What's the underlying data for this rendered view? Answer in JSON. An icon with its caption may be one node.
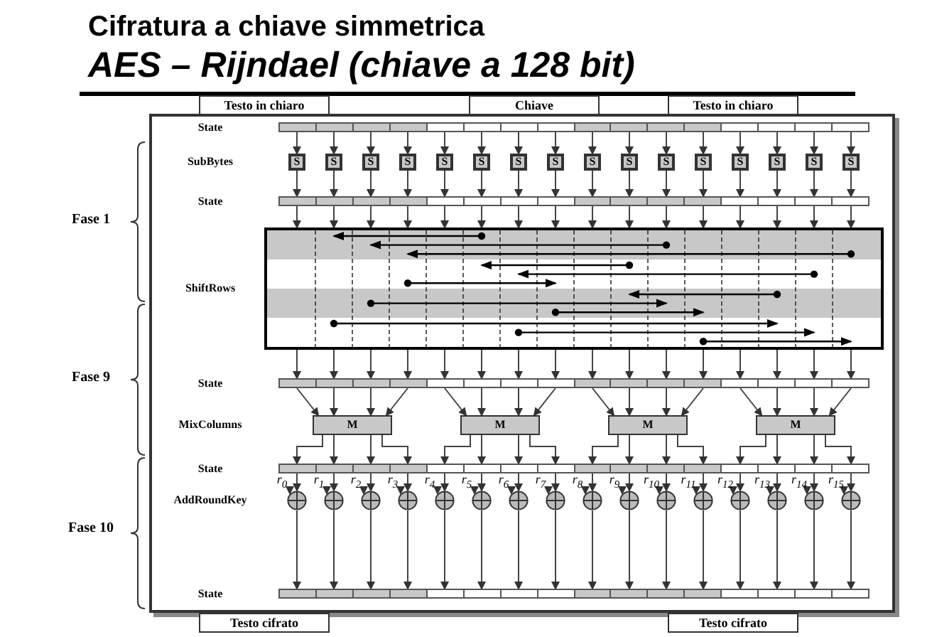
{
  "diagram": {
    "title": "Cifratura a chiave simmetrica",
    "caption": "AES – Rijndael (chiave a 128 bit)",
    "nodes": [
      {
        "text": [
          "Testo in chiaro"
        ]
      },
      {
        "text": [
          "Chiave"
        ]
      },
      {
        "text": [
          "Testo in chiaro"
        ]
      },
      {
        "text": [],
        "shape": "bar"
      },
      {
        "text": [
          "S"
        ]
      },
      {
        "text": [
          "S"
        ]
      },
      {
        "text": [
          "S"
        ]
      },
      {
        "text": [
          "S"
        ]
      },
      {
        "text": [
          "S"
        ]
      },
      {
        "text": [
          "S"
        ]
      },
      {
        "text": [
          "S"
        ]
      },
      {
        "text": [
          "S"
        ]
      },
      {
        "text": [
          "S"
        ]
      },
      {
        "text": [
          "S"
        ]
      },
      {
        "text": [
          "S"
        ]
      },
      {
        "text": [
          "S"
        ]
      },
      {
        "text": [
          "S"
        ]
      },
      {
        "text": [
          "S"
        ]
      },
      {
        "text": [
          "S"
        ]
      },
      {
        "text": [
          "S"
        ]
      },
      {
        "text": [],
        "shape": "bar"
      },
      {
        "text": [],
        "shape": "box"
      },
      {
        "text": [],
        "shape": "bar"
      },
      {
        "text": [
          "M"
        ]
      },
      {
        "text": [
          "M"
        ]
      },
      {
        "text": [
          "M"
        ]
      },
      {
        "text": [
          "M"
        ]
      },
      {
        "text": [],
        "shape": "bar"
      },
      {
        "text": [
          "r$_{0}$"
        ]
      },
      {
        "text": [
          "r$_{1}$"
        ]
      },
      {
        "text": [
          "r$_{2}$"
        ]
      },
      {
        "text": [
          "r$_{3}$"
        ]
      },
      {
        "text": [
          "r$_{4}$"
        ]
      },
      {
        "text": [
          "r$_{5}$"
        ]
      },
      {
        "text": [
          "r$_{6}$"
        ]
      },
      {
        "text": [
          "r$_{7}$"
        ]
      },
      {
        "text": [
          "r$_{8}$"
        ]
      },
      {
        "text": [
          "r$_{9}$"
        ]
      },
      {
        "text": [
          "r$_{10}$"
        ]
      },
      {
        "text": [
          "r$_{11}$"
        ]
      },
      {
        "text": [
          "r$_{12}$"
        ]
      },
      {
        "text": [
          "r$_{13}$"
        ]
      },
      {
        "text": [
          "r$_{14}$"
        ]
      },
      {
        "text": [
          "r$_{15}$"
        ]
      },
      {
        "text": [],
        "shape": "circle"
      },
      {
        "text": [],
        "shape": "circle"
      },
      {
        "text": [],
        "shape": "circle"
      },
      {
        "text": [],
        "shape": "circle"
      },
      {
        "text": [],
        "shape": "circle"
      },
      {
        "text": [],
        "shape": "circle"
      },
      {
        "text": [],
        "shape": "circle"
      },
      {
        "text": [],
        "shape": "circle"
      },
      {
        "text": [],
        "shape": "circle"
      },
      {
        "text": [],
        "shape": "circle"
      },
      {
        "text": [],
        "shape": "circle"
      },
      {
        "text": [],
        "shape": "circle"
      },
      {
        "text": [],
        "shape": "circle"
      },
      {
        "text": [],
        "shape": "circle"
      },
      {
        "text": [],
        "shape": "circle"
      },
      {
        "text": [],
        "shape": "circle"
      },
      {
        "text": [],
        "shape": "bar"
      },
      {
        "text": [
          "Testo cifrato"
        ]
      },
      {
        "text": [
          "Testo cifrato"
        ]
      }
    ],
    "edges": [
      {
        "from": 3,
        "to": 4,
        "arrow": "to"
      },
      {
        "from": 3,
        "to": 5,
        "arrow": "to"
      },
      {
        "from": 3,
        "to": 6,
        "arrow": "to"
      },
      {
        "from": 3,
        "to": 7,
        "arrow": "to"
      },
      {
        "from": 3,
        "to": 8,
        "arrow": "to"
      },
      {
        "from": 3,
        "to": 9,
        "arrow": "to"
      },
      {
        "from": 3,
        "to": 10,
        "arrow": "to"
      },
      {
        "from": 3,
        "to": 11,
        "arrow": "to"
      },
      {
        "from": 3,
        "to": 12,
        "arrow": "to"
      },
      {
        "from": 3,
        "to": 13,
        "arrow": "to"
      },
      {
        "from": 3,
        "to": 14,
        "arrow": "to"
      },
      {
        "from": 3,
        "to": 15,
        "arrow": "to"
      },
      {
        "from": 3,
        "to": 16,
        "arrow": "to"
      },
      {
        "from": 3,
        "to": 17,
        "arrow": "to"
      },
      {
        "from": 3,
        "to": 18,
        "arrow": "to"
      },
      {
        "from": 3,
        "to": 19,
        "arrow": "to"
      },
      {
        "from": 4,
        "to": 20,
        "arrow": "to"
      },
      {
        "from": 5,
        "to": 20,
        "arrow": "to"
      },
      {
        "from": 6,
        "to": 20,
        "arrow": "to"
      },
      {
        "from": 7,
        "to": 20,
        "arrow": "to"
      },
      {
        "from": 8,
        "to": 20,
        "arrow": "to"
      },
      {
        "from": 9,
        "to": 20,
        "arrow": "to"
      },
      {
        "from": 10,
        "to": 20,
        "arrow": "to"
      },
      {
        "from": 11,
        "to": 20,
        "arrow": "to"
      },
      {
        "from": 12,
        "to": 20,
        "arrow": "to"
      },
      {
        "from": 13,
        "to": 20,
        "arrow": "to"
      },
      {
        "from": 14,
        "to": 20,
        "arrow": "to"
      },
      {
        "from": 15,
        "to": 20,
        "arrow": "to"
      },
      {
        "from": 16,
        "to": 20,
        "arrow": "to"
      },
      {
        "from": 17,
        "to": 20,
        "arrow": "to"
      },
      {
        "from": 18,
        "to": 20,
        "arrow": "to"
      },
      {
        "from": 19,
        "to": 20,
        "arrow": "to"
      },
      {
        "from": 20,
        "to": 21,
        "arrow": "to"
      },
      {
        "from": 20,
        "to": 21,
        "arrow": "to"
      },
      {
        "from": 20,
        "to": 21,
        "arrow": "to"
      },
      {
        "from": 20,
        "to": 21,
        "arrow": "to"
      },
      {
        "from": 20,
        "to": 21,
        "arrow": "to"
      },
      {
        "from": 20,
        "to": 21,
        "arrow": "to"
      },
      {
        "from": 20,
        "to": 21,
        "arrow": "to"
      },
      {
        "from": 20,
        "to": 21,
        "arrow": "to"
      },
      {
        "from": 20,
        "to": 21,
        "arrow": "to"
      },
      {
        "from": 20,
        "to": 21,
        "arrow": "to"
      },
      {
        "from": 20,
        "to": 21,
        "arrow": "to"
      },
      {
        "from": 20,
        "to": 21,
        "arrow": "to"
      },
      {
        "from": 20,
        "to": 21,
        "arrow": "to"
      },
      {
        "from": 20,
        "to": 21,
        "arrow": "to"
      },
      {
        "from": 20,
        "to": 21,
        "arrow": "to"
      },
      {
        "from": 20,
        "to": 21,
        "arrow": "to"
      },
      {
        "from": 21,
        "to": 22,
        "arrow": "to"
      },
      {
        "from": 21,
        "to": 22,
        "arrow": "to"
      },
      {
        "from": 21,
        "to": 22,
        "arrow": "to"
      },
      {
        "from": 21,
        "to": 22,
        "arrow": "to"
      },
      {
        "from": 21,
        "to": 22,
        "arrow": "to"
      },
      {
        "from": 21,
        "to": 22,
        "arrow": "to"
      },
      {
        "from": 21,
        "to": 22,
        "arrow": "to"
      },
      {
        "from": 21,
        "to": 22,
        "arrow": "to"
      },
      {
        "from": 21,
        "to": 22,
        "arrow": "to"
      },
      {
        "from": 21,
        "to": 22,
        "arrow": "to"
      },
      {
        "from": 21,
        "to": 22,
        "arrow": "to"
      },
      {
        "from": 21,
        "to": 22,
        "arrow": "to"
      },
      {
        "from": 21,
        "to": 22,
        "arrow": "to"
      },
      {
        "from": 21,
        "to": 22,
        "arrow": "to"
      },
      {
        "from": 21,
        "to": 22,
        "arrow": "to"
      },
      {
        "from": 21,
        "to": 22,
        "arrow": "to"
      },
      {
        "from": 22,
        "to": 23,
        "arrow": "to"
      },
      {
        "from": 22,
        "to": 23,
        "arrow": "to"
      },
      {
        "from": 22,
        "to": 23,
        "arrow": "to"
      },
      {
        "from": 22,
        "to": 23,
        "arrow": "to"
      },
      {
        "from": 22,
        "to": 24,
        "arrow": "to"
      },
      {
        "from": 22,
        "to": 24,
        "arrow": "to"
      },
      {
        "from": 22,
        "to": 24,
        "arrow": "to"
      },
      {
        "from": 22,
        "to": 24,
        "arrow": "to"
      },
      {
        "from": 22,
        "to": 25,
        "arrow": "to"
      },
      {
        "from": 22,
        "to": 25,
        "arrow": "to"
      },
      {
        "from": 22,
        "to": 25,
        "arrow": "to"
      },
      {
        "from": 22,
        "to": 25,
        "arrow": "to"
      },
      {
        "from": 22,
        "to": 26,
        "arrow": "to"
      },
      {
        "from": 22,
        "to": 26,
        "arrow": "to"
      },
      {
        "from": 22,
        "to": 26,
        "arrow": "to"
      },
      {
        "from": 22,
        "to": 26,
        "arrow": "to"
      },
      {
        "from": 23,
        "to": 27,
        "arrow": "to"
      },
      {
        "from": 23,
        "to": 27,
        "arrow": "to"
      },
      {
        "from": 23,
        "to": 27,
        "arrow": "to"
      },
      {
        "from": 23,
        "to": 27,
        "arrow": "to"
      },
      {
        "from": 24,
        "to": 27,
        "arrow": "to"
      },
      {
        "from": 24,
        "to": 27,
        "arrow": "to"
      },
      {
        "from": 24,
        "to": 27,
        "arrow": "to"
      },
      {
        "from": 24,
        "to": 27,
        "arrow": "to"
      },
      {
        "from": 25,
        "to": 27,
        "arrow": "to"
      },
      {
        "from": 25,
        "to": 27,
        "arrow": "to"
      },
      {
        "from": 25,
        "to": 27,
        "arrow": "to"
      },
      {
        "from": 25,
        "to": 27,
        "arrow": "to"
      },
      {
        "from": 26,
        "to": 27,
        "arrow": "to"
      },
      {
        "from": 26,
        "to": 27,
        "arrow": "to"
      },
      {
        "from": 26,
        "to": 27,
        "arrow": "to"
      },
      {
        "from": 26,
        "to": 27,
        "arrow": "to"
      },
      {
        "from": 27,
        "to": 44,
        "arrow": "to"
      },
      {
        "from": 27,
        "to": 45,
        "arrow": "to"
      },
      {
        "from": 27,
        "to": 46,
        "arrow": "to"
      },
      {
        "from": 27,
        "to": 47,
        "arrow": "to"
      },
      {
        "from": 27,
        "to": 48,
        "arrow": "to"
      },
      {
        "from": 27,
        "to": 49,
        "arrow": "to"
      },
      {
        "from": 27,
        "to": 50,
        "arrow": "to"
      },
      {
        "from": 27,
        "to": 51,
        "arrow": "to"
      },
      {
        "from": 27,
        "to": 52,
        "arrow": "to"
      },
      {
        "from": 27,
        "to": 53,
        "arrow": "to"
      },
      {
        "from": 27,
        "to": 54,
        "arrow": "to"
      },
      {
        "from": 27,
        "to": 55,
        "arrow": "to"
      },
      {
        "from": 27,
        "to": 56,
        "arrow": "to"
      },
      {
        "from": 27,
        "to": 57,
        "arrow": "to"
      },
      {
        "from": 27,
        "to": 58,
        "arrow": "to"
      },
      {
        "from": 27,
        "to": 59,
        "arrow": "to"
      },
      {
        "from": 28,
        "to": 44,
        "arrow": "to"
      },
      {
        "from": 29,
        "to": 45,
        "arrow": "to"
      },
      {
        "from": 30,
        "to": 46,
        "arrow": "to"
      },
      {
        "from": 31,
        "to": 47,
        "arrow": "to"
      },
      {
        "from": 32,
        "to": 48,
        "arrow": "to"
      },
      {
        "from": 33,
        "to": 49,
        "arrow": "to"
      },
      {
        "from": 34,
        "to": 50,
        "arrow": "to"
      },
      {
        "from": 35,
        "to": 51,
        "arrow": "to"
      },
      {
        "from": 36,
        "to": 52,
        "arrow": "to"
      },
      {
        "from": 37,
        "to": 53,
        "arrow": "to"
      },
      {
        "from": 38,
        "to": 54,
        "arrow": "to"
      },
      {
        "from": 39,
        "to": 55,
        "arrow": "to"
      },
      {
        "from": 40,
        "to": 56,
        "arrow": "to"
      },
      {
        "from": 41,
        "to": 57,
        "arrow": "to"
      },
      {
        "from": 42,
        "to": 58,
        "arrow": "to"
      },
      {
        "from": 43,
        "to": 59,
        "arrow": "to"
      },
      {
        "from": 44,
        "to": 60,
        "arrow": "to"
      },
      {
        "from": 45,
        "to": 60,
        "arrow": "to"
      },
      {
        "from": 46,
        "to": 60,
        "arrow": "to"
      },
      {
        "from": 47,
        "to": 60,
        "arrow": "to"
      },
      {
        "from": 48,
        "to": 60,
        "arrow": "to"
      },
      {
        "from": 49,
        "to": 60,
        "arrow": "to"
      },
      {
        "from": 50,
        "to": 60,
        "arrow": "to"
      },
      {
        "from": 51,
        "to": 60,
        "arrow": "to"
      },
      {
        "from": 52,
        "to": 60,
        "arrow": "to"
      },
      {
        "from": 53,
        "to": 60,
        "arrow": "to"
      },
      {
        "from": 54,
        "to": 60,
        "arrow": "to"
      },
      {
        "from": 55,
        "to": 60,
        "arrow": "to"
      },
      {
        "from": 56,
        "to": 60,
        "arrow": "to"
      },
      {
        "from": 57,
        "to": 60,
        "arrow": "to"
      },
      {
        "from": 58,
        "to": 60,
        "arrow": "to"
      },
      {
        "from": 59,
        "to": 60,
        "arrow": "to"
      }
    ],
    "labels": [
      "State",
      "SubBytes",
      "Fase 1",
      "State",
      "ShiftRows",
      "Fase 9",
      "State",
      "MixColumns",
      "State",
      "Fase 10",
      "AddRoundKey",
      "State"
    ]
  }
}
